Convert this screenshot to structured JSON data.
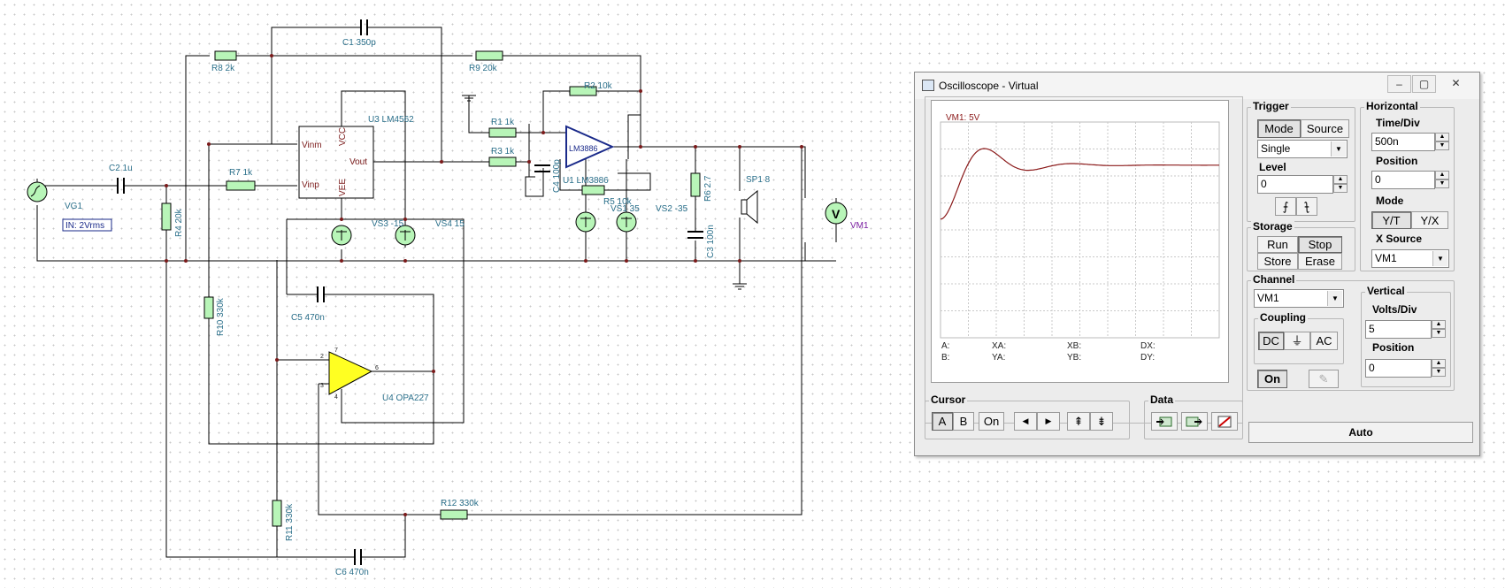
{
  "schematic": {
    "labels": {
      "c1": "C1 350p",
      "r8": "R8 2k",
      "r9": "R9 20k",
      "r2": "R2 10k",
      "u3": "U3 LM4562",
      "r1": "R1 1k",
      "r3": "R3 1k",
      "c2": "C2 1u",
      "r7": "R7 1k",
      "vg1": "VG1",
      "vg1_value": "IN: 2Vrms",
      "r4": "R4 20k",
      "c4": "C4 100p",
      "u1": "U1 LM3886",
      "u1_chip": "LM3886",
      "r5": "R5 10k",
      "vs1": "VS1 35",
      "vs2": "VS2 -35",
      "r6": "R6 2.7",
      "sp1": "SP1 8",
      "vm1": "VM1",
      "vs3": "VS3 -15",
      "vs4": "VS4 15",
      "c3": "C3 100n",
      "r10": "R10 330k",
      "c5": "C5 470n",
      "u4": "U4 OPA227",
      "r11": "R11 330k",
      "r12": "R12 330k",
      "c6": "C6 470n",
      "pin_vinm": "Vinm",
      "pin_vinp": "Vinp",
      "pin_vout": "Vout",
      "pin_vcc": "VCC",
      "pin_vee": "VEE",
      "pin_2": "2",
      "pin_3": "3",
      "pin_6": "6",
      "pin_7": "7",
      "pin_4": "4",
      "meter_symbol": "V"
    }
  },
  "oscilloscope": {
    "title": "Oscilloscope - Virtual",
    "window_buttons": {
      "minimize": "‒",
      "restore": "▢",
      "close": "✕"
    },
    "screen": {
      "channel_label": "VM1: 5V",
      "readouts": {
        "a": "A:",
        "b": "B:",
        "xa": "XA:",
        "ya": "YA:",
        "xb": "XB:",
        "yb": "YB:",
        "dx": "DX:",
        "dy": "DY:"
      },
      "trace_color": "#8b1a1a"
    },
    "trigger": {
      "group": "Trigger",
      "mode": "Mode",
      "source": "Source",
      "mode_value": "Single",
      "level_label": "Level",
      "level_value": "0",
      "rising": "⨍",
      "falling": "⨍"
    },
    "horizontal": {
      "group": "Horizontal",
      "time_div_label": "Time/Div",
      "time_div_value": "500n",
      "position_label": "Position",
      "position_value": "0",
      "mode_label": "Mode",
      "yt": "Y/T",
      "yx": "Y/X",
      "xsource_label": "X Source",
      "xsource_value": "VM1"
    },
    "storage": {
      "group": "Storage",
      "run": "Run",
      "stop": "Stop",
      "store": "Store",
      "erase": "Erase"
    },
    "channel": {
      "group": "Channel",
      "channel_value": "VM1",
      "coupling_label": "Coupling",
      "dc": "DC",
      "gnd": "⏚",
      "ac": "AC",
      "on": "On"
    },
    "vertical": {
      "group": "Vertical",
      "volts_div_label": "Volts/Div",
      "volts_div_value": "5",
      "position_label": "Position",
      "position_value": "0"
    },
    "cursor": {
      "group": "Cursor",
      "a": "A",
      "b": "B",
      "on": "On",
      "left": "◀",
      "right": "▶",
      "up": "⇞",
      "down": "⇟"
    },
    "data": {
      "group": "Data"
    },
    "auto": "Auto"
  }
}
